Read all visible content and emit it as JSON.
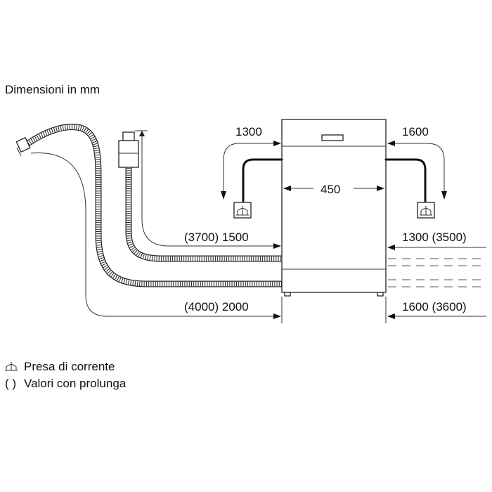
{
  "title": "Dimensioni in mm",
  "dimensions": {
    "left_socket_distance": "1300",
    "right_socket_distance": "1600",
    "width": "450",
    "drain_hose_left": "(3700) 1500",
    "inlet_hose_left": "(4000) 2000",
    "drain_hose_right": "1300 (3500)",
    "inlet_hose_right": "1600 (3600)"
  },
  "legend": {
    "socket_icon": "power-socket-icon",
    "socket_label": "Presa di corrente",
    "extension_symbol": "( )",
    "extension_label": "Valori con prolunga"
  }
}
